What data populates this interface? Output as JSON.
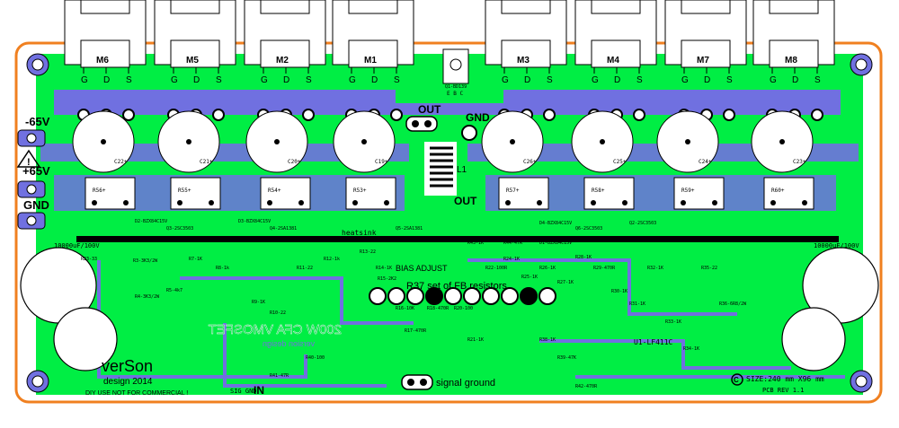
{
  "colors": {
    "background": "#ffffff",
    "board_fill": "#00ee44",
    "board_outline": "#f08020",
    "copper_blue": "#7070e0",
    "silkscreen": "#000000",
    "pad": "#ffffff"
  },
  "mosfets": [
    {
      "label": "M6",
      "pins": [
        "G",
        "D",
        "S"
      ]
    },
    {
      "label": "M5",
      "pins": [
        "G",
        "D",
        "S"
      ]
    },
    {
      "label": "M2",
      "pins": [
        "G",
        "D",
        "S"
      ]
    },
    {
      "label": "M1",
      "pins": [
        "G",
        "D",
        "S"
      ]
    },
    {
      "label": "M3",
      "pins": [
        "G",
        "D",
        "S"
      ]
    },
    {
      "label": "M4",
      "pins": [
        "G",
        "D",
        "S"
      ]
    },
    {
      "label": "M7",
      "pins": [
        "G",
        "D",
        "S"
      ]
    },
    {
      "label": "M8",
      "pins": [
        "G",
        "D",
        "S"
      ]
    }
  ],
  "power": {
    "neg": "-65V",
    "pos": "+65V",
    "gnd": "GND"
  },
  "labels": {
    "out_top": "OUT",
    "gnd_top": "GND",
    "out_mid": "OUT",
    "heatsink": "heatsink",
    "bias_adjust": "BIAS ADJUST",
    "fb_resistors": "R37 set of FB resistors",
    "signal_ground": "signal ground",
    "sig_gnd": "SIG GND",
    "in": "IN",
    "mirrored_title": "200W CFA VMOSFET",
    "mirrored_sub": "version design",
    "size": "SIZE:240 mm X96 mm",
    "pcb_rev": "PCB REV 1.1",
    "copyright": "C",
    "q1": "Q1-BD139",
    "ebc": "E B C",
    "u1": "U1-LF411C",
    "l1": "L1",
    "cap_big": "10000uF/100V"
  },
  "brand": {
    "name": "verSon",
    "year": "design 2014",
    "note": "DIY USE NOT FOR COMMERCIAL !"
  },
  "caps_top": [
    "C22+",
    "C21+",
    "C20+",
    "C19+",
    "C26+",
    "C25+",
    "C24+",
    "C23+"
  ],
  "resistor_blocks": [
    "R56+",
    "R55+",
    "R54+",
    "R53+",
    "R57+",
    "R58+",
    "R59+",
    "R60+"
  ],
  "part_labels": [
    "R23-33",
    "R3-3K3/2W",
    "R4-3K3/2W",
    "R5-4k7",
    "R7-1K",
    "R8-1k",
    "R9-1K",
    "R10-22",
    "R11-22",
    "R12-1k",
    "R13-22",
    "R14-1K",
    "R15-2K2",
    "R16-10K",
    "R17-470R",
    "R18-470R",
    "R20-100",
    "R21-1K",
    "R22-100R",
    "R24-1K",
    "R25-1K",
    "R26-1K",
    "R27-1K",
    "R28-1K",
    "R29-470R",
    "R30-1K",
    "R31-1K",
    "R32-1K",
    "R33-1K",
    "R34-1K",
    "R35-22",
    "R36-6R8/2W",
    "R38-1K",
    "R39-47K",
    "R40-100",
    "R41-47R",
    "R42-470R",
    "R43-1K",
    "R44-47R",
    "D1-BZX84C15V",
    "D2-BZX84C15V",
    "D3-BZX84C15V",
    "D4-BZX84C15V",
    "Q2-2SC3503",
    "Q3-2SC3503",
    "Q4-2SA1381",
    "Q5-2SA1381",
    "Q6-2SC3503"
  ]
}
